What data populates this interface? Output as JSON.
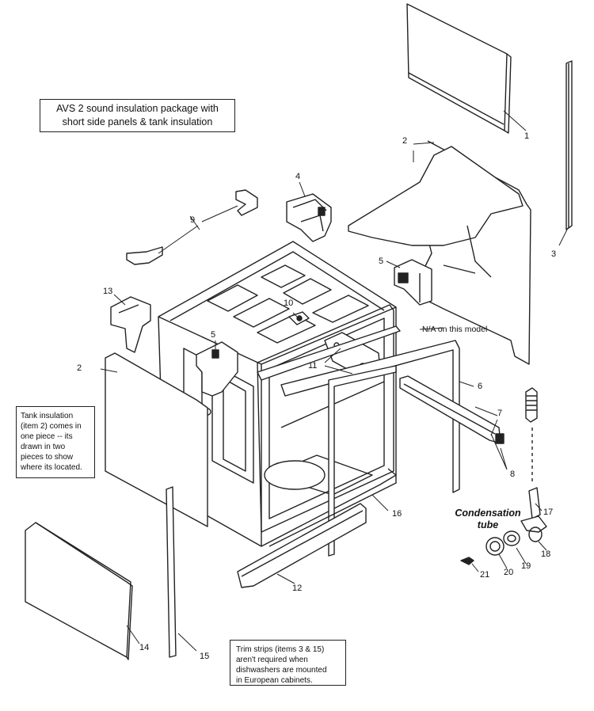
{
  "header_note": {
    "line1": "AVS 2 sound insulation package with",
    "line2": "short side panels & tank insulation"
  },
  "tank_note": {
    "lines": [
      "Tank insulation",
      "(item 2) comes in",
      "one piece -- its",
      "drawn in two",
      "pieces to show",
      "where its located."
    ]
  },
  "trim_note": {
    "lines": [
      "Trim strips (items 3 & 15)",
      "aren't required when",
      "dishwashers are mounted",
      "in European cabinets."
    ]
  },
  "na_label": "N/A on this model",
  "condensation_label": {
    "line1": "Condensation",
    "line2": "tube"
  },
  "callouts": {
    "c1": "1",
    "c2a": "2",
    "c2b": "2",
    "c3": "3",
    "c4": "4",
    "c5a": "5",
    "c5b": "5",
    "c6": "6",
    "c7": "7",
    "c8": "8",
    "c9": "9",
    "c10": "10",
    "c11": "11",
    "c12": "12",
    "c13": "13",
    "c14": "14",
    "c15": "15",
    "c16": "16",
    "c17": "17",
    "c18": "18",
    "c19": "19",
    "c20": "20",
    "c21": "21"
  }
}
